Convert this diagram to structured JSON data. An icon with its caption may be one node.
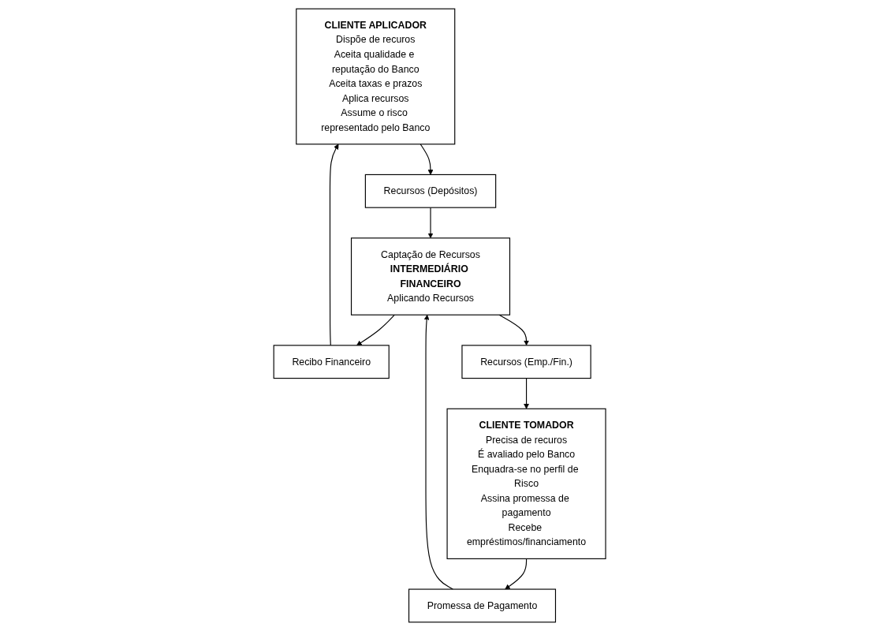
{
  "diagram": {
    "nodes": [
      {
        "text": [
          "CLIENTE APLICADOR",
          "Dispõe de recuros",
          "Aceita qualidade e reputação do Banco",
          "Aceita taxas e prazos",
          "Aplica recursos",
          "Assume o risco representado pelo Banco"
        ]
      },
      {
        "text": [
          "Recursos (Depósitos)"
        ]
      },
      {
        "text": [
          "Recibo Financeiro"
        ]
      },
      {
        "text": [
          "Captação de Recursos",
          "INTERMEDIÁRIO FINANCEIRO",
          "Aplicando Recursos"
        ]
      },
      {
        "text": [
          "Recursos (Emp./Fin.)"
        ]
      },
      {
        "text": [
          "Promessa de Pagamento"
        ]
      },
      {
        "text": [
          "CLIENTE TOMADOR",
          "Precisa de recuros",
          "É avaliado pelo Banco",
          "Enquadra-se no perfil de Risco",
          "Assina promessa de pagamento",
          "Recebe empréstimos/financiamento"
        ]
      }
    ],
    "edges": [
      {
        "from": 0,
        "to": 1,
        "arrow": "to"
      },
      {
        "from": 1,
        "to": 3,
        "arrow": "to"
      },
      {
        "from": 3,
        "to": 2,
        "arrow": "to"
      },
      {
        "from": 2,
        "to": 0,
        "arrow": "to"
      },
      {
        "from": 3,
        "to": 4,
        "arrow": "to"
      },
      {
        "from": 4,
        "to": 6,
        "arrow": "to"
      },
      {
        "from": 6,
        "to": 5,
        "arrow": "to"
      },
      {
        "from": 5,
        "to": 3,
        "arrow": "to"
      }
    ]
  }
}
